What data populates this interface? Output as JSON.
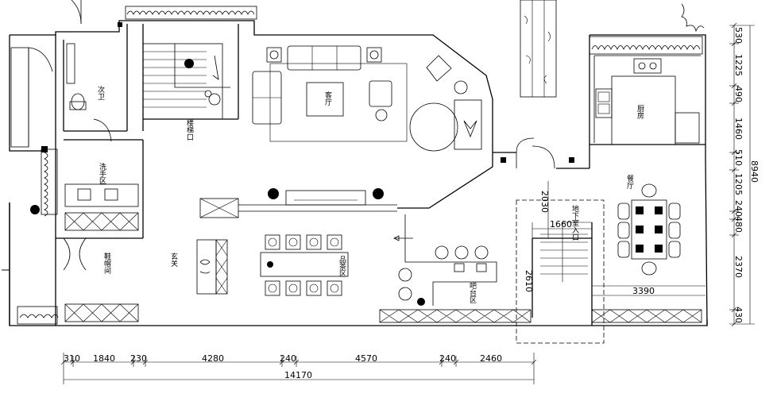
{
  "rooms": {
    "bathroom": "次卫",
    "stair_entry": "楼梯口",
    "living": "客厅",
    "kitchen": "厨房",
    "dining": "餐厅",
    "washbasin": "洗手区",
    "shoe_room": "鞋帽间",
    "foyer": "玄关",
    "tea": "品茶区",
    "bar": "吧台区",
    "basement_entry": "地下室入口"
  },
  "dims": {
    "bottom": [
      "310",
      "1840",
      "230",
      "4280",
      "240",
      "4570",
      "240",
      "2460"
    ],
    "bottom_total": "14170",
    "right": [
      "530",
      "1225",
      "490",
      "1460",
      "510",
      "1205",
      "240",
      "480",
      "2370",
      "430"
    ],
    "right_total": "8940",
    "stair_h": "2030",
    "stair_w": "1660",
    "stair_len": "2610",
    "dining_w": "3390"
  }
}
